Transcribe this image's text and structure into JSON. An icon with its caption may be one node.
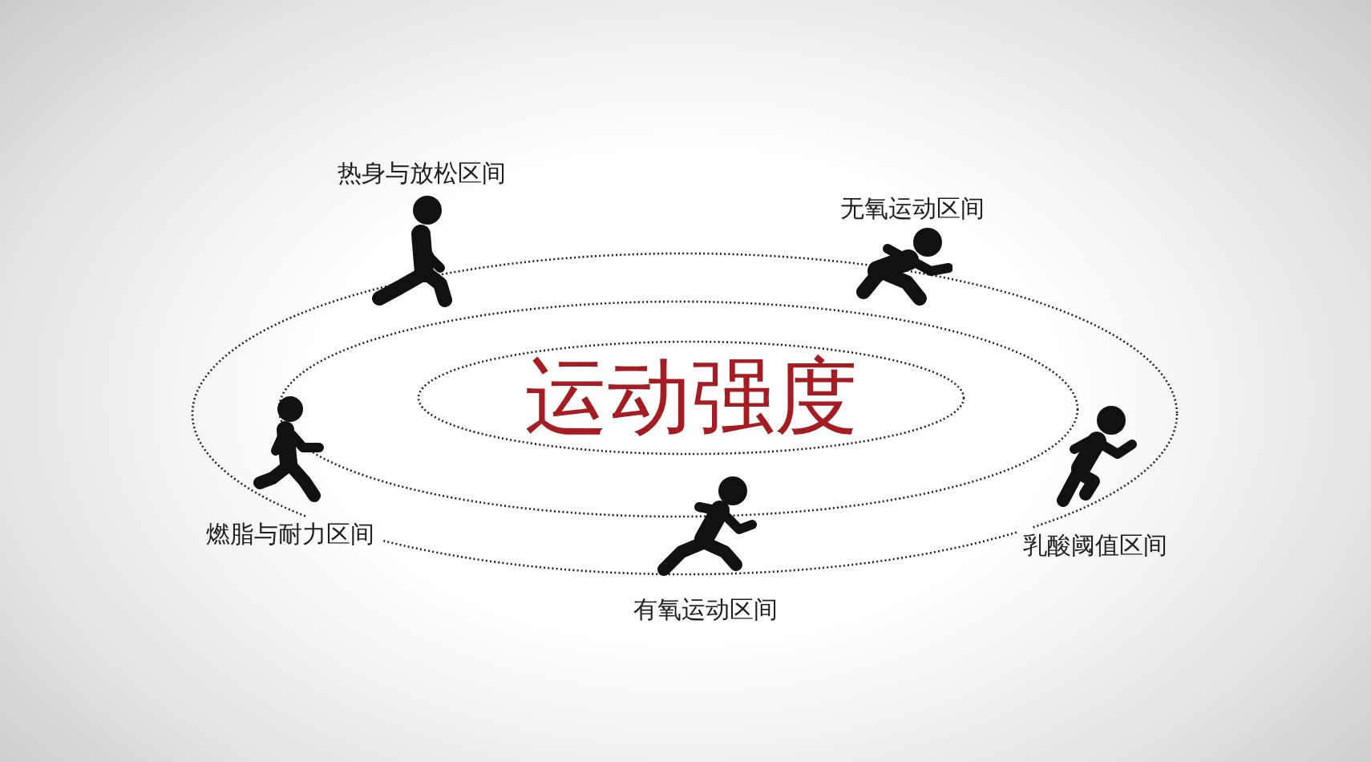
{
  "diagram": {
    "nodes": [
      {
        "text": [
          "运动强度"
        ]
      }
    ],
    "labels": [
      "热身与放松区间",
      "无氧运动区间",
      "燃脂与耐力区间",
      "乳酸阈值区间",
      "有氧运动区间"
    ]
  }
}
